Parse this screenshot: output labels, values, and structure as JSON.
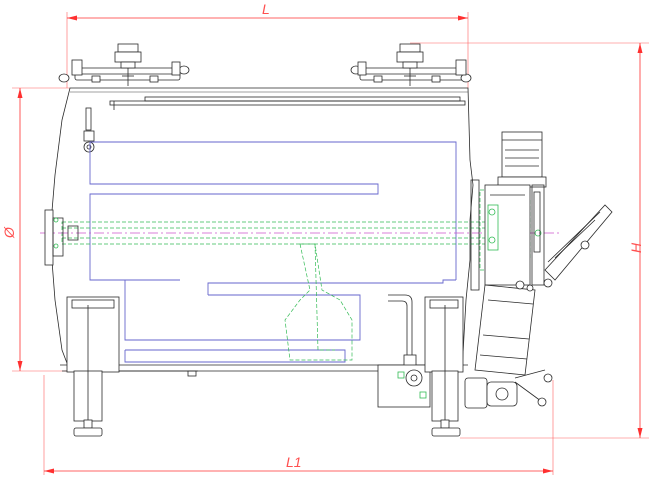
{
  "dimensions": {
    "length_top": "L",
    "length_bottom": "L1",
    "height": "H",
    "diameter": "Ø"
  },
  "colors": {
    "dimension": "#ff3030",
    "outline": "#2a2a2a",
    "internal_coil": "#6666cc",
    "hidden_lines": "#33bb55",
    "center_line": "#cc55cc"
  }
}
